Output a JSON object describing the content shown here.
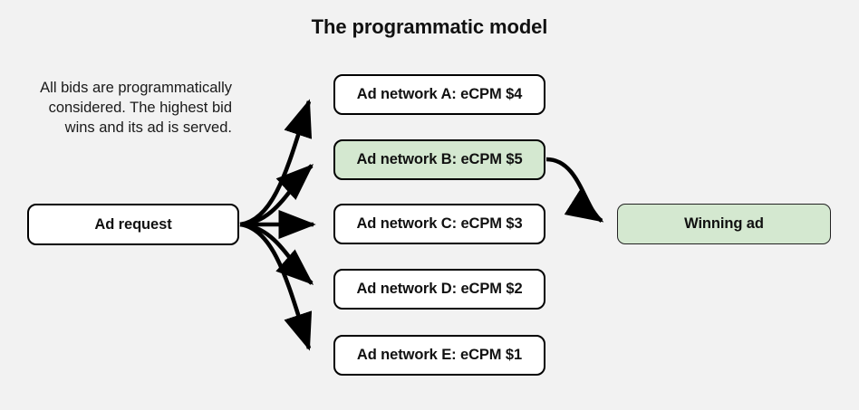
{
  "title": "The programmatic model",
  "caption": {
    "lines": [
      "All bids are programmatically",
      "considered. The highest bid",
      "wins and its ad is served."
    ]
  },
  "colors": {
    "background": "#f2f2f2",
    "box_fill": "#ffffff",
    "highlight_fill": "#d4e8d0",
    "stroke": "#000000",
    "text": "#111111"
  },
  "nodes": {
    "request": {
      "label": "Ad request"
    },
    "networks": [
      {
        "label": "Ad network A: eCPM $4",
        "network": "A",
        "ecpm": 4,
        "highlighted": false
      },
      {
        "label": "Ad network B: eCPM $5",
        "network": "B",
        "ecpm": 5,
        "highlighted": true
      },
      {
        "label": "Ad network C: eCPM $3",
        "network": "C",
        "ecpm": 3,
        "highlighted": false
      },
      {
        "label": "Ad network D: eCPM $2",
        "network": "D",
        "ecpm": 2,
        "highlighted": false
      },
      {
        "label": "Ad network E: eCPM $1",
        "network": "E",
        "ecpm": 1,
        "highlighted": false
      }
    ],
    "winner": {
      "label": "Winning ad"
    }
  },
  "connectors": {
    "fan_out_count": 5,
    "winner_arrow_from": "Ad network B: eCPM $5",
    "winner_arrow_to": "Winning ad"
  }
}
